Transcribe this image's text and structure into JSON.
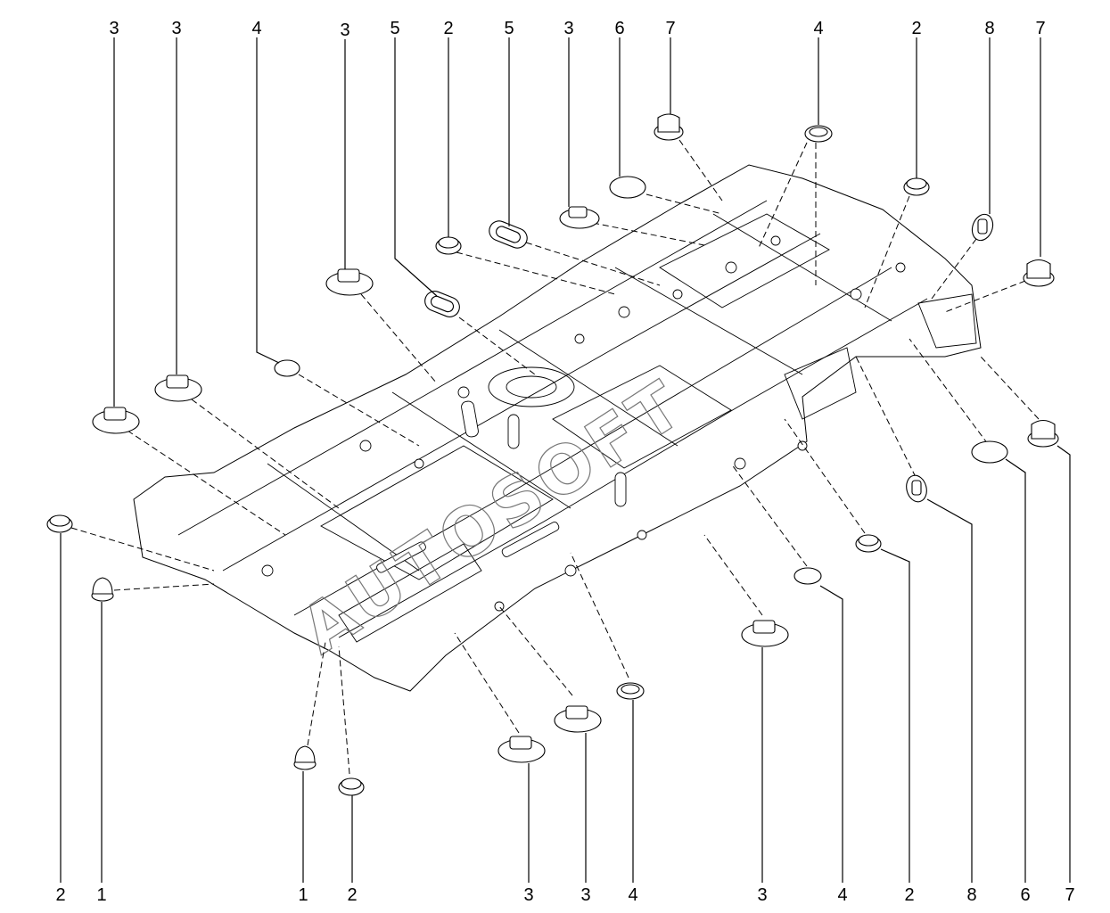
{
  "callouts_top": [
    "3",
    "3",
    "4",
    "3",
    "5",
    "2",
    "5",
    "3",
    "6",
    "7",
    "4",
    "2",
    "8",
    "7"
  ],
  "callouts_bottom": [
    "2",
    "1",
    "1",
    "2",
    "3",
    "3",
    "4",
    "3",
    "4",
    "2",
    "8",
    "6",
    "7"
  ],
  "watermark": "AUTOSOFT",
  "colors": {
    "line": "#000000",
    "background": "#ffffff",
    "watermark": "#777777"
  }
}
